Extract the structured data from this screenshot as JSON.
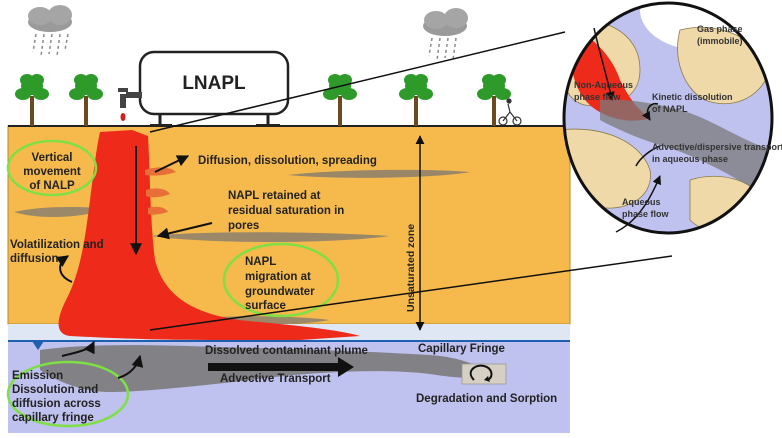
{
  "tank": {
    "label": "LNAPL"
  },
  "labels": {
    "vertical_movement": [
      "Vertical",
      "movement",
      "of NALP"
    ],
    "diffusion_spreading": "Diffusion, dissolution, spreading",
    "retained": [
      "NAPL retained at",
      "residual saturation in",
      "pores"
    ],
    "volatilization": [
      "Volatilization and",
      "diffusion"
    ],
    "migration": [
      "NAPL",
      "migration at",
      "groundwater",
      "surface"
    ],
    "unsaturated_zone": "Unsaturated zone",
    "capillary_fringe": "Capillary Fringe",
    "dissolved_plume": "Dissolved contaminant plume",
    "advective_transport": "Advective Transport",
    "emission": [
      "Emission",
      "Dissolution and",
      "diffusion across",
      "capillary fringe"
    ],
    "degradation": "Degradation and Sorption"
  },
  "zoom": {
    "gas_phase": [
      "Gas phase",
      "(immobile)"
    ],
    "non_aqueous": [
      "Non-Aqueous",
      "phase flow"
    ],
    "kinetic": [
      "Kinetic dissolution",
      "of NAPL"
    ],
    "advective": [
      "Advective/dispersive transport",
      "in aqueous phase"
    ],
    "aqueous_flow": [
      "Aqueous",
      "phase flow"
    ]
  },
  "colors": {
    "soil": "#f6ba4c",
    "groundwater": "#bfc1ee",
    "capillary": "#dfe6f4",
    "napl": "#ee2a1a",
    "plume": "#7a7a7a",
    "highlight_ring": "#7ee044",
    "sky": "#ffffff"
  }
}
